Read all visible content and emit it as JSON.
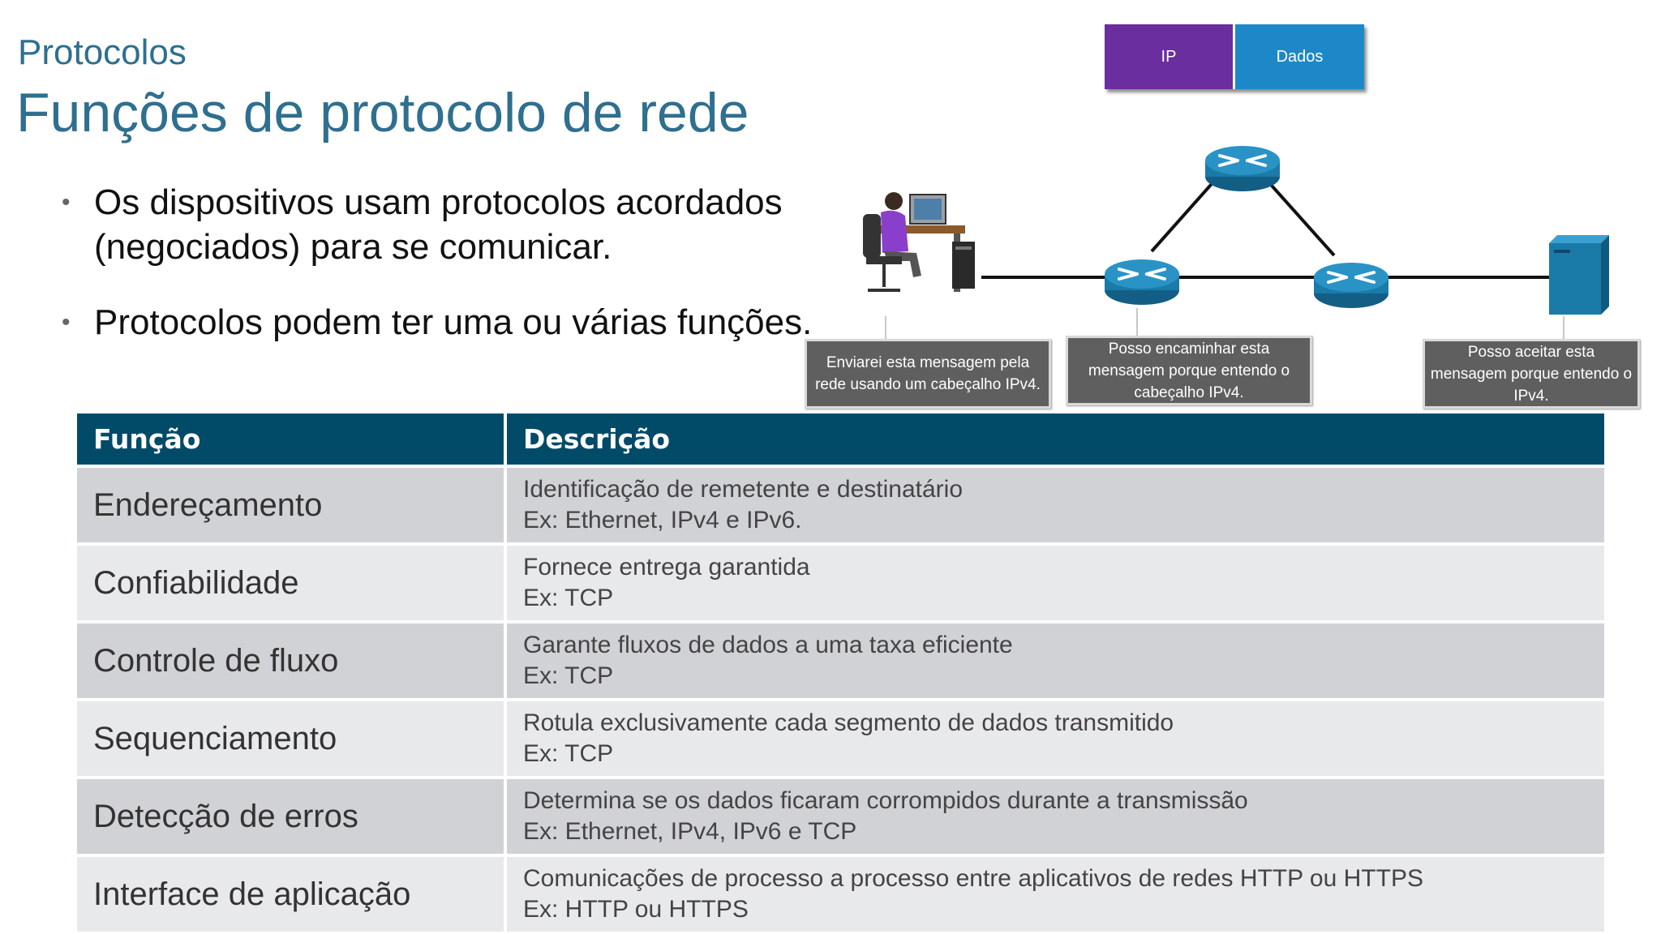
{
  "header": {
    "subtitle": "Protocolos",
    "title": "Funções de protocolo de rede"
  },
  "bullets": [
    "Os dispositivos usam protocolos acordados (negociados) para se comunicar.",
    "Protocolos podem ter uma ou várias funções."
  ],
  "diagram": {
    "packet": {
      "ip_label": "IP",
      "data_label": "Dados",
      "ip_color": "#6a2e9e",
      "data_color": "#1c88c7"
    },
    "callouts": {
      "sender": "Enviarei esta mensagem pela rede usando um cabeçalho IPv4.",
      "router": "Posso encaminhar esta mensagem porque entendo o cabeçalho IPv4.",
      "server": "Posso aceitar esta mensagem porque entendo o IPv4."
    },
    "router_color": "#1a7aa8"
  },
  "table": {
    "headers": {
      "function": "Função",
      "description": "Descrição"
    },
    "header_color": "#024b68",
    "rows": [
      {
        "function": "Endereçamento",
        "desc_line1": "Identificação de remetente e destinatário",
        "desc_line2": "Ex: Ethernet, IPv4 e IPv6."
      },
      {
        "function": "Confiabilidade",
        "desc_line1": "Fornece entrega garantida",
        "desc_line2": "Ex: TCP"
      },
      {
        "function": "Controle de fluxo",
        "desc_line1": "Garante fluxos de dados a uma taxa eficiente",
        "desc_line2": "Ex: TCP"
      },
      {
        "function": "Sequenciamento",
        "desc_line1": "Rotula exclusivamente cada segmento de dados transmitido",
        "desc_line2": "Ex: TCP"
      },
      {
        "function": "Detecção de erros",
        "desc_line1": "Determina se os dados ficaram corrompidos durante a transmissão",
        "desc_line2": "Ex: Ethernet, IPv4, IPv6 e TCP"
      },
      {
        "function": "Interface de aplicação",
        "desc_line1": "Comunicações de processo a processo entre aplicativos de redes HTTP ou HTTPS",
        "desc_line2": "Ex: HTTP ou HTTPS"
      }
    ]
  }
}
